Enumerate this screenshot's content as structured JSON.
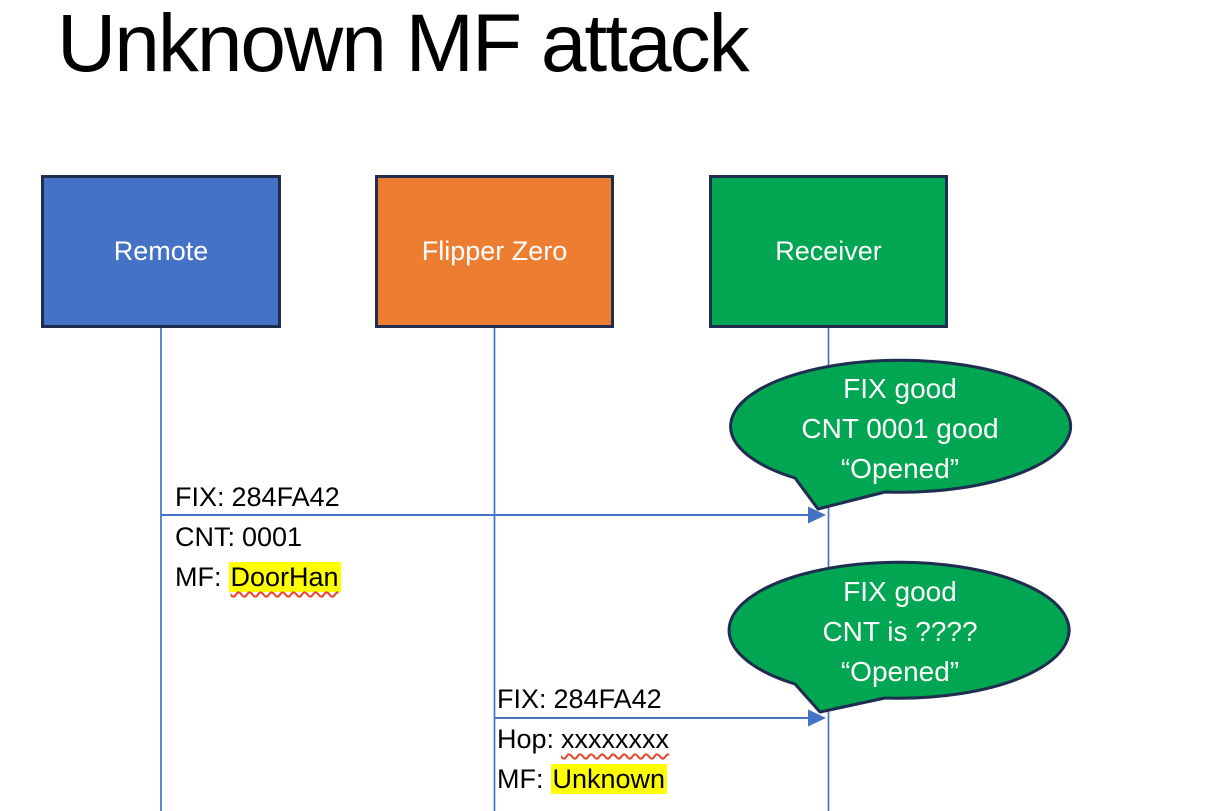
{
  "slide": {
    "title": "Unknown MF attack"
  },
  "actors": [
    {
      "id": "remote",
      "label": "Remote"
    },
    {
      "id": "flipper-zero",
      "label": "Flipper Zero"
    },
    {
      "id": "receiver",
      "label": "Receiver"
    }
  ],
  "messages": [
    {
      "from": "remote",
      "to": "receiver",
      "lines": [
        {
          "prefix": "FIX:",
          "value": "284FA42"
        },
        {
          "prefix": "CNT:",
          "value": "0001"
        },
        {
          "prefix": "MF:",
          "value": "DoorHan"
        }
      ]
    },
    {
      "from": "flipper-zero",
      "to": "receiver",
      "lines": [
        {
          "prefix": "FIX:",
          "value": "284FA42"
        },
        {
          "prefix": "Hop:",
          "value": "xxxxxxxx"
        },
        {
          "prefix": "MF:",
          "value": "Unknown"
        }
      ]
    }
  ],
  "callouts": [
    {
      "lines": [
        "FIX good",
        "CNT 0001 good",
        "“Opened”"
      ]
    },
    {
      "lines": [
        "FIX good",
        "CNT is ????",
        "“Opened”"
      ]
    }
  ],
  "colors": {
    "actor-remote": "#4472C4",
    "actor-flipper": "#ED7D31",
    "actor-receiver": "#00A651",
    "bubble-green": "#00A651",
    "shape-border": "#1F2D50",
    "connector-blue": "#4472C4",
    "highlight-yellow": "#FFFF00",
    "spellcheck-red": "#E8442E",
    "text-white": "#FFFFFF"
  }
}
